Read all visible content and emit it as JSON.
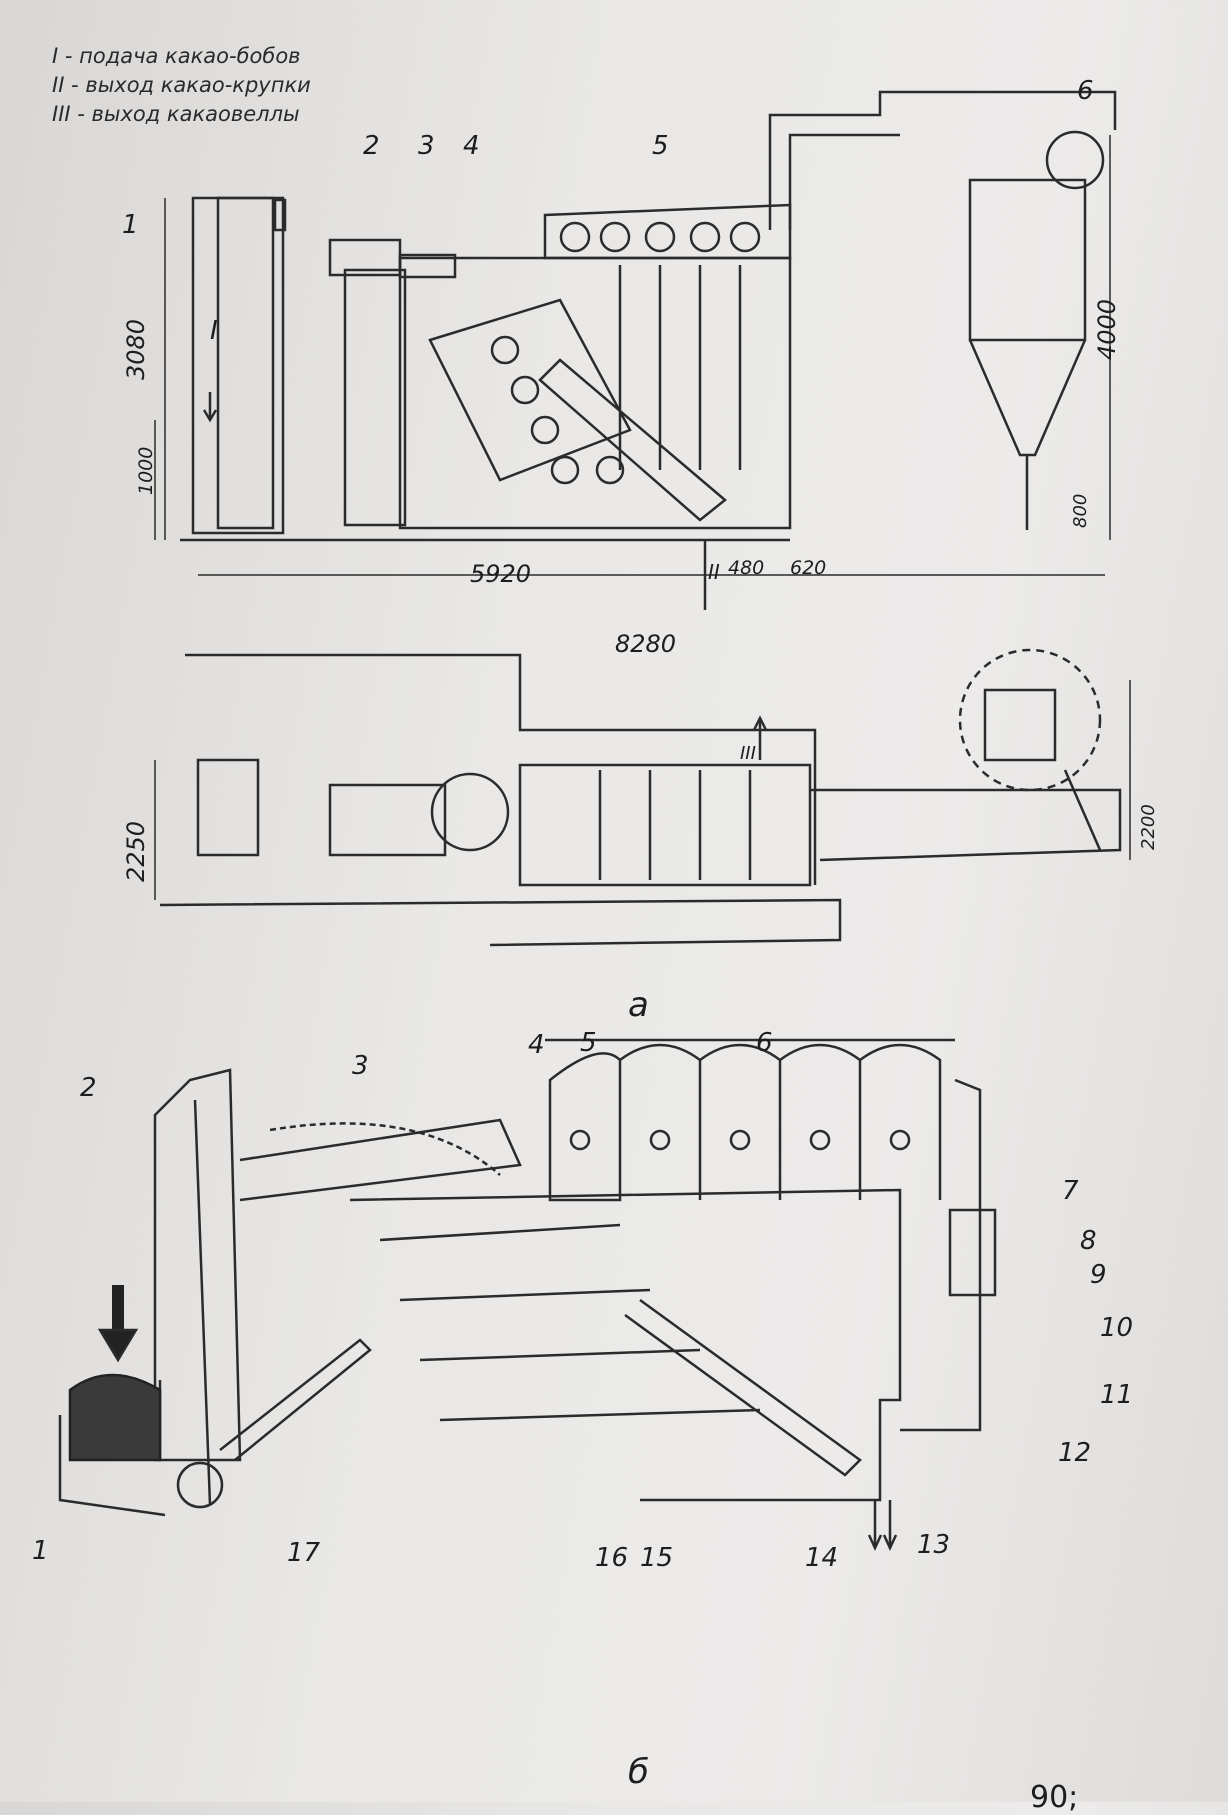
{
  "legend": [
    "I - подача какао-бобов",
    "II - выход какао-крупки",
    "III - выход какаовеллы"
  ],
  "view_a": {
    "caption": "а",
    "part_labels": [
      "1",
      "2",
      "3",
      "4",
      "5",
      "6"
    ],
    "flow_labels": {
      "feed": "I",
      "nibs": "II",
      "shell": "III"
    },
    "dimensions": {
      "height_total": "3080",
      "height_hopper": "1000",
      "length_main": "5920",
      "offset_1": "480",
      "offset_2": "620",
      "length_total": "8280",
      "cyclone_height": "4000",
      "cyclone_leg": "800",
      "width_plan": "2250",
      "cyclone_width": "2200"
    }
  },
  "view_b": {
    "caption": "б",
    "part_labels": [
      "1",
      "2",
      "3",
      "4",
      "5",
      "6",
      "7",
      "8",
      "9",
      "10",
      "11",
      "12",
      "13",
      "14",
      "15",
      "16",
      "17"
    ]
  },
  "page_number": "90;"
}
